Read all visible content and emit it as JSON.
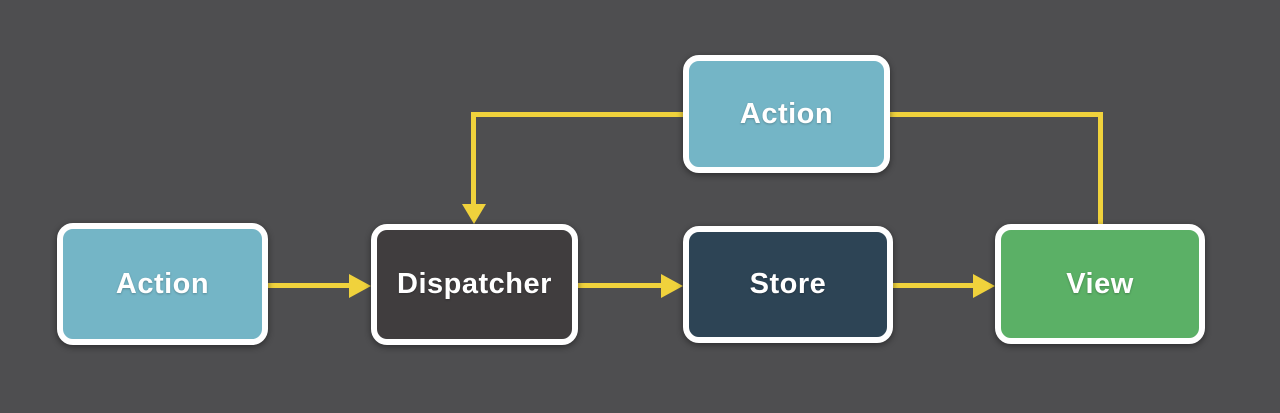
{
  "diagram": {
    "background": "#4e4e50",
    "connector_color": "#f0d23c",
    "node_border_color": "#ffffff",
    "label_color": "#ffffff",
    "nodes": [
      {
        "id": "action-top",
        "label": "Action",
        "fill": "#74b5c6"
      },
      {
        "id": "action-left",
        "label": "Action",
        "fill": "#74b5c6"
      },
      {
        "id": "dispatcher",
        "label": "Dispatcher",
        "fill": "#403d3e"
      },
      {
        "id": "store",
        "label": "Store",
        "fill": "#2d4455"
      },
      {
        "id": "view",
        "label": "View",
        "fill": "#5bb066"
      }
    ],
    "edges": [
      {
        "from": "action-left",
        "to": "dispatcher",
        "arrowhead": true
      },
      {
        "from": "dispatcher",
        "to": "store",
        "arrowhead": true
      },
      {
        "from": "store",
        "to": "view",
        "arrowhead": true
      },
      {
        "from": "view",
        "to": "action-top",
        "arrowhead": false
      },
      {
        "from": "action-top",
        "to": "dispatcher",
        "arrowhead": true
      }
    ]
  }
}
